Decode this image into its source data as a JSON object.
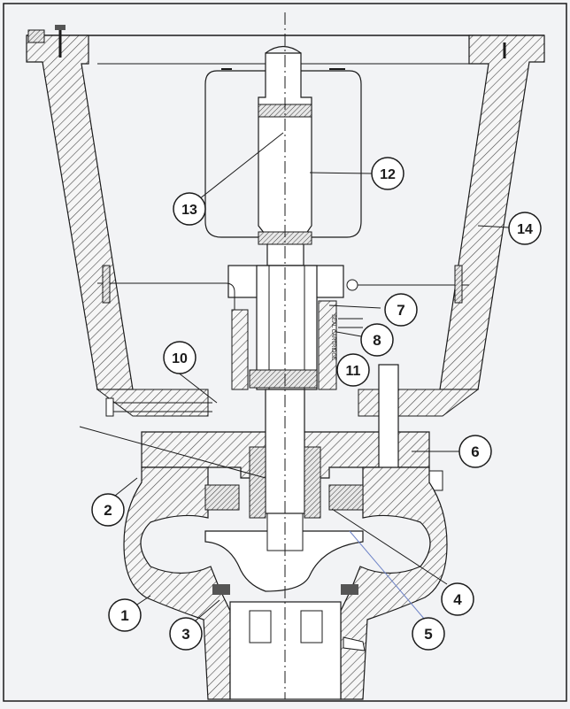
{
  "colors": {
    "background": "#f2f3f5",
    "line": "#1b1b1b",
    "hatch": "#4a4a4a",
    "solid": "#555555",
    "callout_fill": "#ffffff",
    "leader_blue": "#6f84c8"
  },
  "seal_label": "SEAL CARTRIDGE",
  "callouts": [
    {
      "id": "c1",
      "label": "1"
    },
    {
      "id": "c2",
      "label": "2"
    },
    {
      "id": "c3",
      "label": "3"
    },
    {
      "id": "c4",
      "label": "4"
    },
    {
      "id": "c5",
      "label": "5"
    },
    {
      "id": "c6",
      "label": "6"
    },
    {
      "id": "c7",
      "label": "7"
    },
    {
      "id": "c8",
      "label": "8"
    },
    {
      "id": "c10",
      "label": "10"
    },
    {
      "id": "c11",
      "label": "11"
    },
    {
      "id": "c12",
      "label": "12"
    },
    {
      "id": "c13",
      "label": "13"
    },
    {
      "id": "c14",
      "label": "14"
    }
  ]
}
